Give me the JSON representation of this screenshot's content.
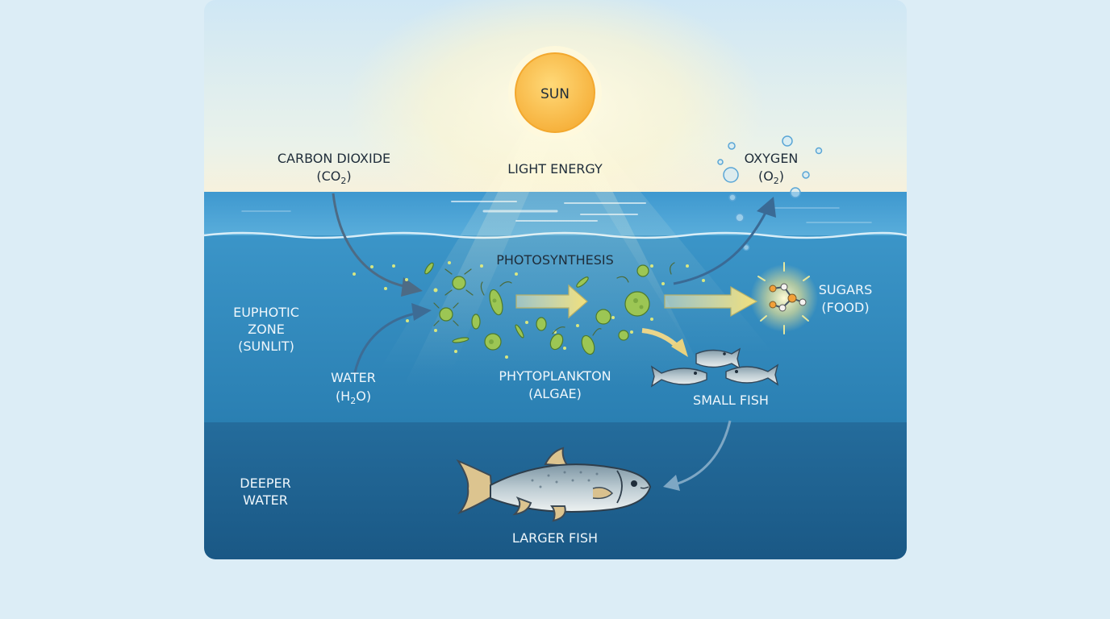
{
  "labels": {
    "sun": "SUN",
    "light_energy": "LIGHT ENERGY",
    "carbon_dioxide": "CARBON DIOXIDE",
    "co2_open": "(CO",
    "co2_sub": "2",
    "co2_close": ")",
    "oxygen": "OXYGEN",
    "o2_open": "(O",
    "o2_sub": "2",
    "o2_close": ")",
    "photosynthesis": "PHOTOSYNTHESIS",
    "sugars": "SUGARS",
    "food": "(FOOD)",
    "euphotic_1": "EUPHOTIC",
    "euphotic_2": "ZONE",
    "euphotic_3": "(SUNLIT)",
    "water": "WATER",
    "h2o_open": "(H",
    "h2o_sub": "2",
    "h2o_close": "O)",
    "phytoplankton": "PHYTOPLANKTON",
    "algae": "(ALGAE)",
    "small_fish": "SMALL FISH",
    "deeper_1": "DEEPER",
    "deeper_2": "WATER",
    "larger_fish": "LARGER FISH"
  },
  "colors": {
    "sky_top": "#d3e9f6",
    "sky_bottom": "#f5f3e2",
    "sun": "#f9bf4a",
    "surface_water": "#56a8d6",
    "sunlit_water": "#2f88bb",
    "deep_water": "#1f6392",
    "arrow_light": "#f4e79c",
    "arrow_blue": "#3e6f98",
    "plankton": "#8bbf4a"
  }
}
